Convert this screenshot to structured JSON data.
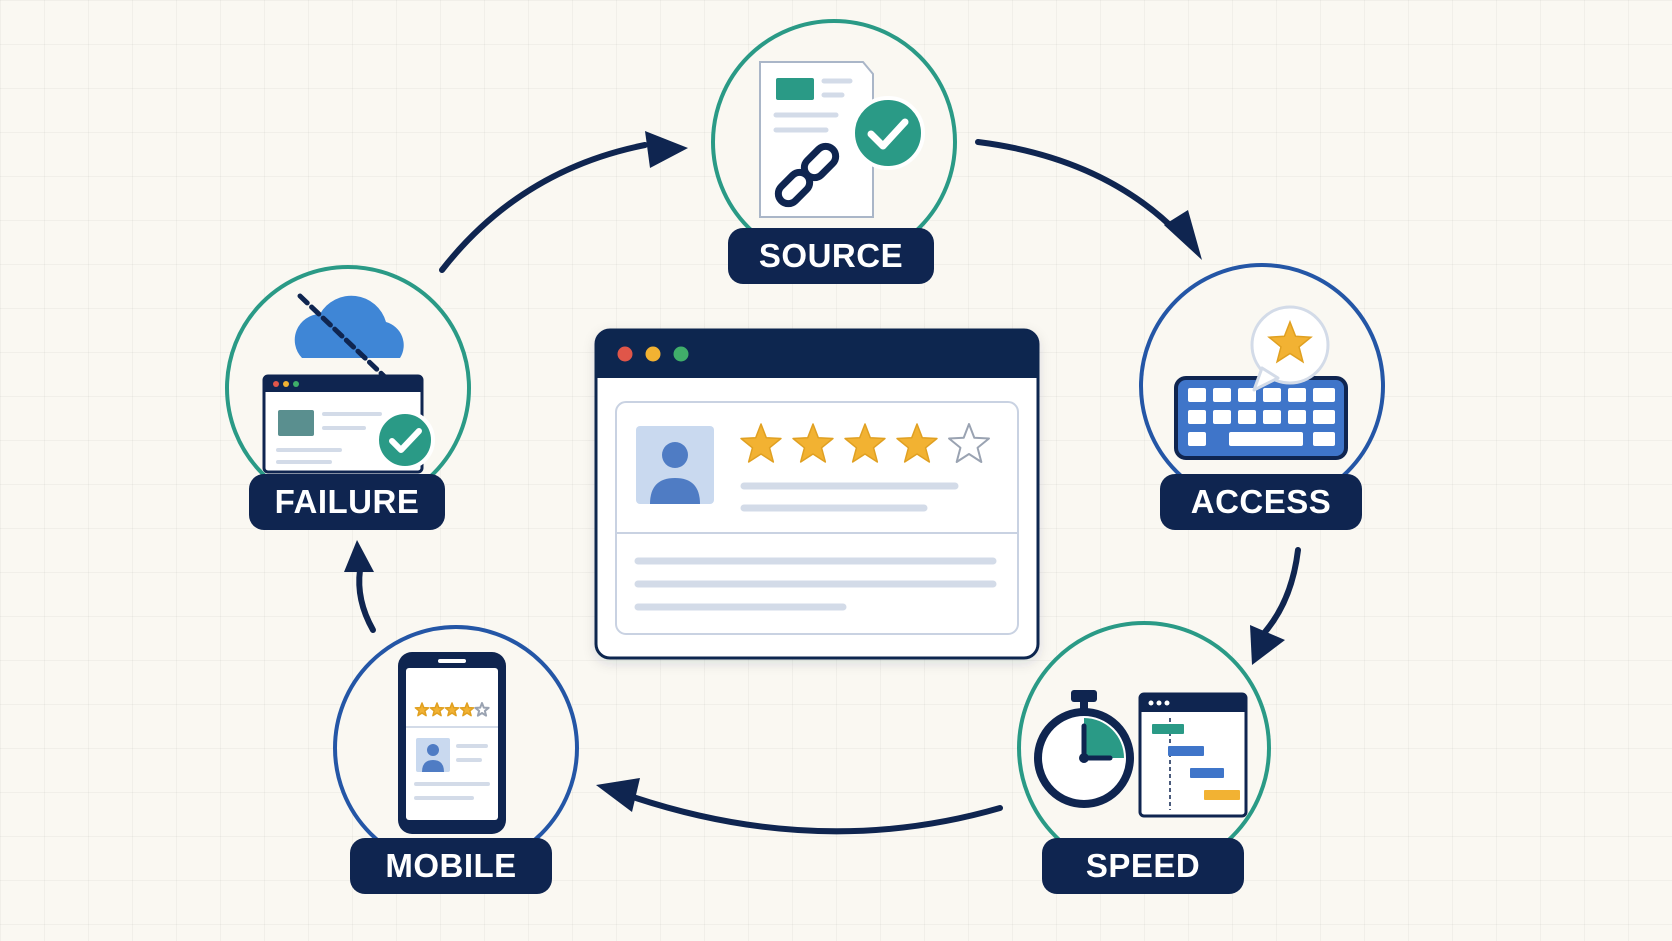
{
  "colors": {
    "navy": "#0f2550",
    "teal": "#2a9a86",
    "blue": "#2456a6",
    "cloud_blue": "#3f86d6",
    "star_gold": "#f2b233",
    "card_line": "#d3dbe8",
    "avatar_bg": "#c9d9ef",
    "avatar_fg": "#4f7cc4"
  },
  "center": {
    "window_dots": [
      "red",
      "yellow",
      "green"
    ],
    "rating": {
      "filled": 4,
      "total": 5
    }
  },
  "nodes": [
    {
      "id": "source",
      "label": "SOURCE",
      "ring": "teal",
      "icon": "document-link-check-icon"
    },
    {
      "id": "access",
      "label": "ACCESS",
      "ring": "blue",
      "icon": "keyboard-star-icon"
    },
    {
      "id": "speed",
      "label": "SPEED",
      "ring": "teal",
      "icon": "stopwatch-gantt-icon"
    },
    {
      "id": "mobile",
      "label": "MOBILE",
      "ring": "blue",
      "icon": "phone-review-icon"
    },
    {
      "id": "failure",
      "label": "FAILURE",
      "ring": "teal",
      "icon": "offline-cloud-browser-check-icon"
    }
  ],
  "cycle": [
    "source",
    "access",
    "speed",
    "mobile",
    "failure"
  ]
}
